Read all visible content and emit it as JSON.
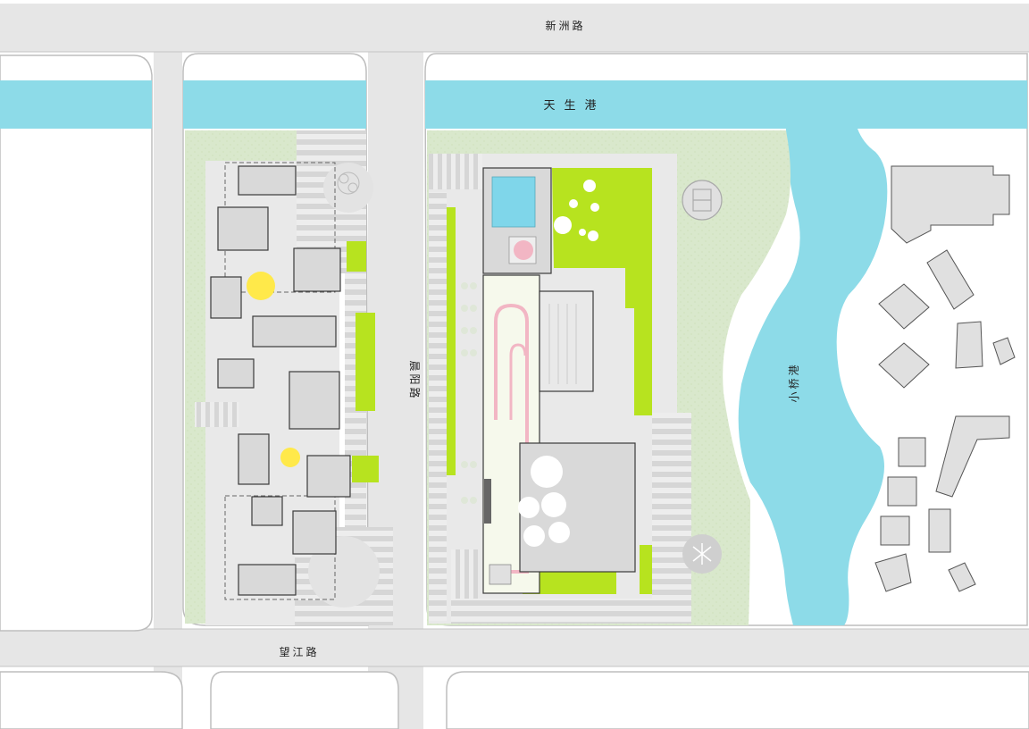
{
  "labels": {
    "road_north": "新洲路",
    "river_north": "天生港",
    "road_middle": "晨阳路",
    "road_south": "望江路",
    "river_east": "小桥港"
  },
  "colors": {
    "background": "#ffffff",
    "road": "#e6e6e6",
    "road_edge": "#bdbdbd",
    "water": "#8ddbe8",
    "lawn": "#d9e8cc",
    "lime": "#b7e31f",
    "building": "#d9d9d9",
    "building_outline": "#3a3a3a",
    "paving": "#e9e9e9",
    "track": "#f2b6c4",
    "pool": "#7fd6ea",
    "plaza_yellow": "#ffe94a"
  },
  "icons": [
    "basketball-court-icon",
    "tree-canopy-icon",
    "pool-icon",
    "running-track-icon"
  ]
}
